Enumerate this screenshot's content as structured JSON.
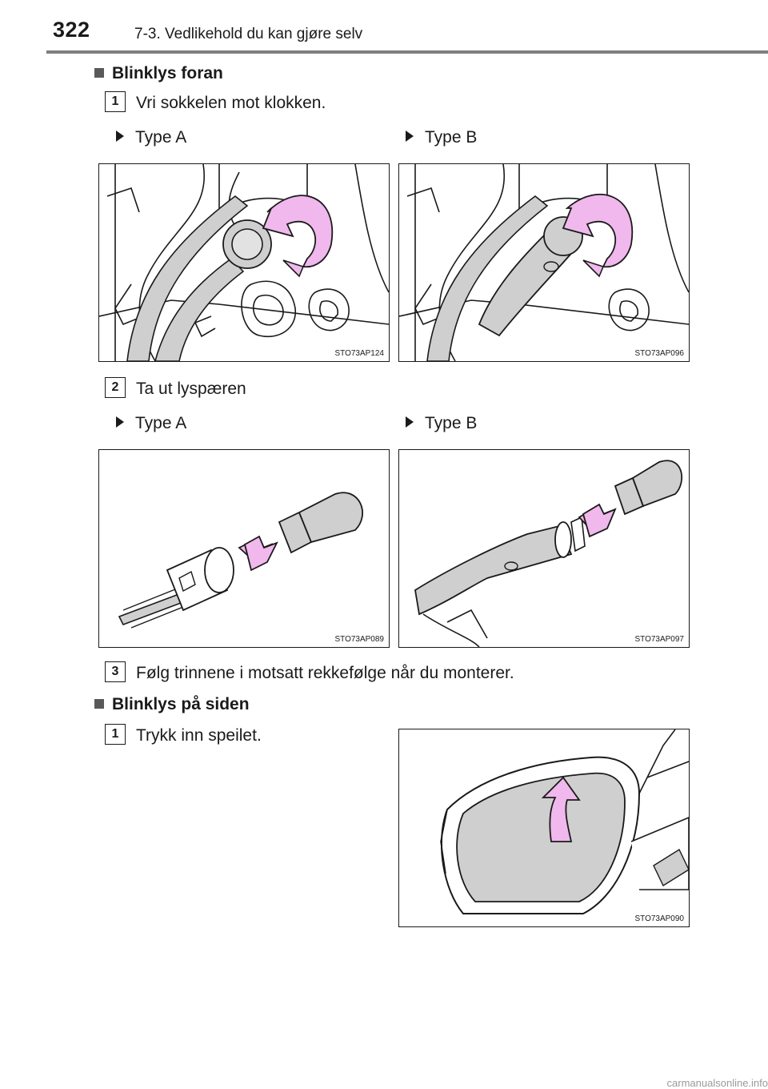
{
  "header": {
    "page_number": "322",
    "chapter": "7-3. Vedlikehold du kan gjøre selv"
  },
  "sections": [
    {
      "title": "Blinklys foran",
      "steps": [
        {
          "number": "1",
          "text": "Vri sokkelen mot klokken.",
          "types": [
            {
              "label": "Type A",
              "figure_code": "STO73AP124"
            },
            {
              "label": "Type B",
              "figure_code": "STO73AP096"
            }
          ]
        },
        {
          "number": "2",
          "text": "Ta ut lyspæren",
          "types": [
            {
              "label": "Type A",
              "figure_code": "STO73AP089"
            },
            {
              "label": "Type B",
              "figure_code": "STO73AP097"
            }
          ]
        },
        {
          "number": "3",
          "text": "Følg trinnene i motsatt rekkefølge når du monterer."
        }
      ]
    },
    {
      "title": "Blinklys på siden",
      "steps": [
        {
          "number": "1",
          "text": "Trykk inn speilet.",
          "figure_code": "STO73AP090"
        }
      ]
    }
  ],
  "colors": {
    "arrow_fill": "#f0b8ec",
    "part_fill": "#cfcfcf",
    "line": "#1a1a1a",
    "header_rule": "#7f7f7f"
  },
  "footer": {
    "watermark": "carmanualsonline.info"
  }
}
